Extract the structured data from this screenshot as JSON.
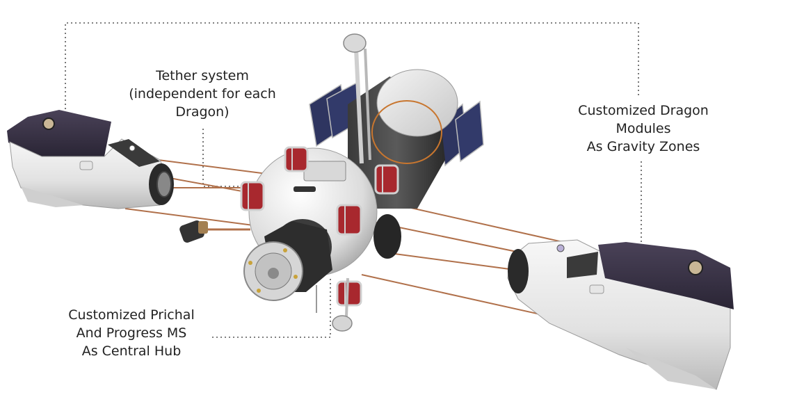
{
  "labels": {
    "tether": [
      "Tether system",
      "(independent for each",
      "Dragon)"
    ],
    "dragon": [
      "Customized Dragon",
      "Modules",
      "As Gravity Zones"
    ],
    "hub": [
      "Customized Prichal",
      "And Progress MS",
      "As Central Hub"
    ]
  },
  "colors": {
    "tether_line": "#b0704a",
    "leader_line": "#555555",
    "capsule_body": "#e6e6e6",
    "capsule_trunk": "#3a3348",
    "thruster_red": "#a8282e",
    "solar_panel": "#2e3560"
  }
}
